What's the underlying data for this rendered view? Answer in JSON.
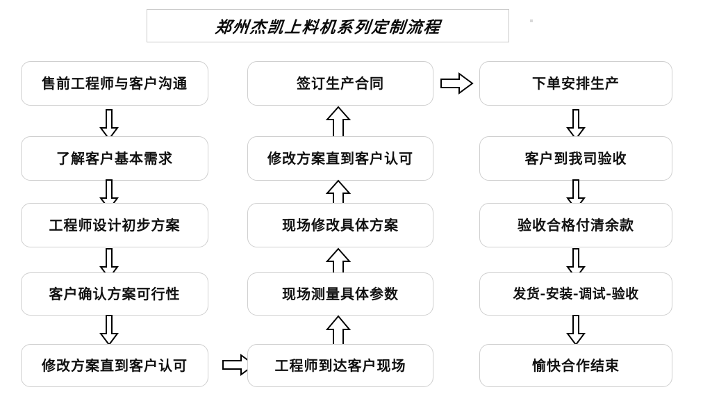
{
  "title": {
    "text": "郑州杰凯上料机系列定制流程"
  },
  "columns": [
    {
      "id": "column-1",
      "flow_direction": "top-to-bottom",
      "nodes": [
        {
          "id": "node-1-1",
          "label": "售前工程师与客户沟通"
        },
        {
          "id": "node-1-2",
          "label": "了解客户基本需求"
        },
        {
          "id": "node-1-3",
          "label": "工程师设计初步方案"
        },
        {
          "id": "node-1-4",
          "label": "客户确认方案可行性"
        },
        {
          "id": "node-1-5",
          "label": "修改方案直到客户认可"
        }
      ]
    },
    {
      "id": "column-2",
      "flow_direction": "bottom-to-top",
      "nodes": [
        {
          "id": "node-2-1",
          "label": "签订生产合同"
        },
        {
          "id": "node-2-2",
          "label": "修改方案直到客户认可"
        },
        {
          "id": "node-2-3",
          "label": "现场修改具体方案"
        },
        {
          "id": "node-2-4",
          "label": "现场测量具体参数"
        },
        {
          "id": "node-2-5",
          "label": "工程师到达客户现场"
        }
      ]
    },
    {
      "id": "column-3",
      "flow_direction": "top-to-bottom",
      "nodes": [
        {
          "id": "node-3-1",
          "label": "下单安排生产"
        },
        {
          "id": "node-3-2",
          "label": "客户到我司验收"
        },
        {
          "id": "node-3-3",
          "label": "验收合格付清余款"
        },
        {
          "id": "node-3-4",
          "label": "发货-安装-调试-验收"
        },
        {
          "id": "node-3-5",
          "label": "愉快合作结束"
        }
      ]
    }
  ],
  "connectors": [
    {
      "id": "arrow-down-1-1",
      "direction": "down"
    },
    {
      "id": "arrow-down-1-2",
      "direction": "down"
    },
    {
      "id": "arrow-down-1-3",
      "direction": "down"
    },
    {
      "id": "arrow-down-1-4",
      "direction": "down"
    },
    {
      "id": "arrow-right-col1-col2",
      "direction": "right"
    },
    {
      "id": "arrow-up-2-4",
      "direction": "up"
    },
    {
      "id": "arrow-up-2-3",
      "direction": "up"
    },
    {
      "id": "arrow-up-2-2",
      "direction": "up"
    },
    {
      "id": "arrow-up-2-1",
      "direction": "up"
    },
    {
      "id": "arrow-right-col2-col3",
      "direction": "right"
    },
    {
      "id": "arrow-down-3-1",
      "direction": "down"
    },
    {
      "id": "arrow-down-3-2",
      "direction": "down"
    },
    {
      "id": "arrow-down-3-3",
      "direction": "down"
    },
    {
      "id": "arrow-down-3-4",
      "direction": "down"
    }
  ],
  "colors": {
    "node_border": "#cfcfcf",
    "title_border": "#c9c9c9",
    "text": "#111111",
    "arrow_stroke": "#000000",
    "background": "#ffffff"
  }
}
